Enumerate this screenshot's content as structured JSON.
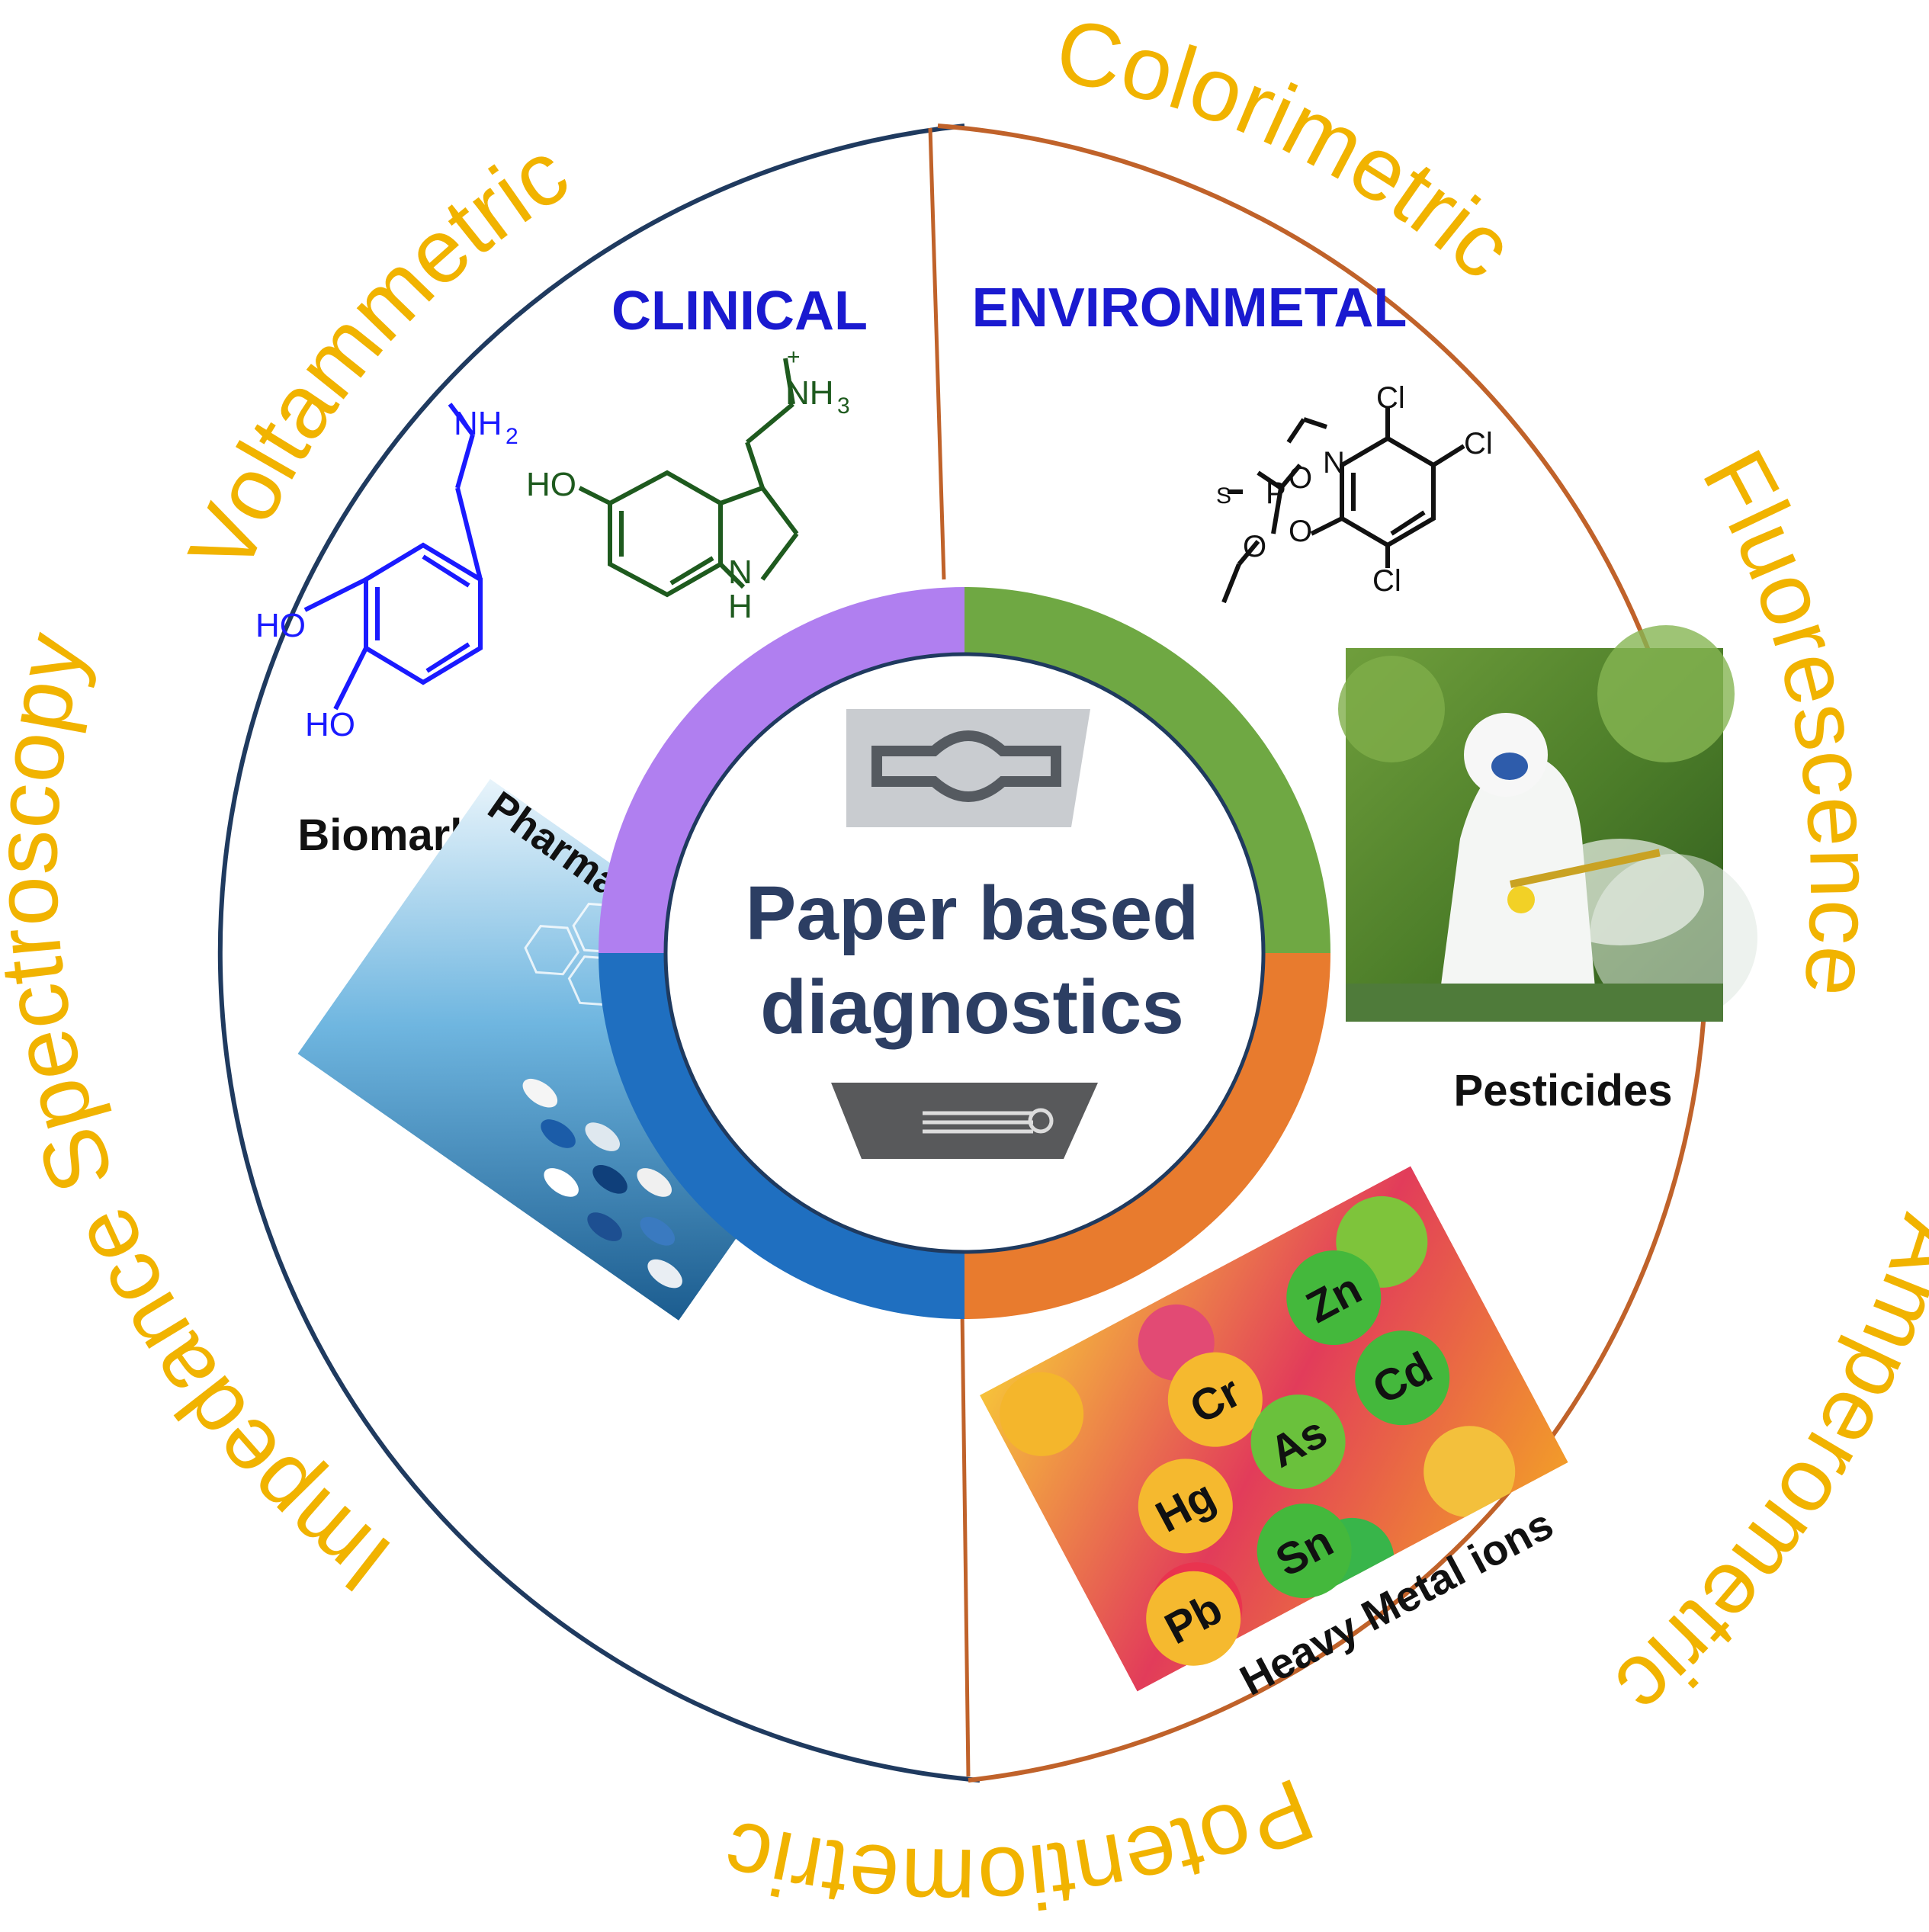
{
  "center": {
    "title_line1": "Paper based",
    "title_line2": "diagnostics",
    "title_color": "#2c3e63",
    "segment_colors": {
      "top_left": "#b07ff0",
      "top_right": "#6fa843",
      "bottom_right": "#e87b2e",
      "bottom_left": "#1f6fc0"
    }
  },
  "techniques": {
    "color": "#f1b300",
    "items": [
      "Voltammetric",
      "Colorimetric",
      "Fluorescence",
      "Amperometric",
      "Potentiometric",
      "Impedance Spectroscopy"
    ]
  },
  "sections": {
    "clinical": {
      "label": "CLINICAL",
      "color": "#1a1ad0",
      "border_color": "#1f3a5f"
    },
    "environmental": {
      "label": "ENVIRONMETAL",
      "color": "#1a1ad0",
      "border_color": "#c0622a"
    }
  },
  "analytes": {
    "biomarkers": "Biomarkers",
    "pharma": "Pharmaceutical drugs",
    "pesticides": "Pesticides",
    "heavy_metals": "Heavy Metal ions"
  },
  "molecules": {
    "dopamine": {
      "color": "#1a1aff",
      "amine": "NH",
      "sub": "2",
      "hydroxyl_1": "HO",
      "hydroxyl_2": "HO"
    },
    "serotonin": {
      "color": "#1e5a1e",
      "amine": "NH",
      "sub": "3",
      "charge": "+",
      "hydroxyl": "HO",
      "ring_n": "N",
      "ring_h": "H"
    },
    "chlorpyrifos": {
      "color": "#111111",
      "cl": "Cl",
      "n": "N",
      "o": "O",
      "p": "P",
      "s": "S"
    }
  },
  "metals": [
    "Cr",
    "Zn",
    "Hg",
    "As",
    "Cd",
    "Pb",
    "Sn"
  ]
}
